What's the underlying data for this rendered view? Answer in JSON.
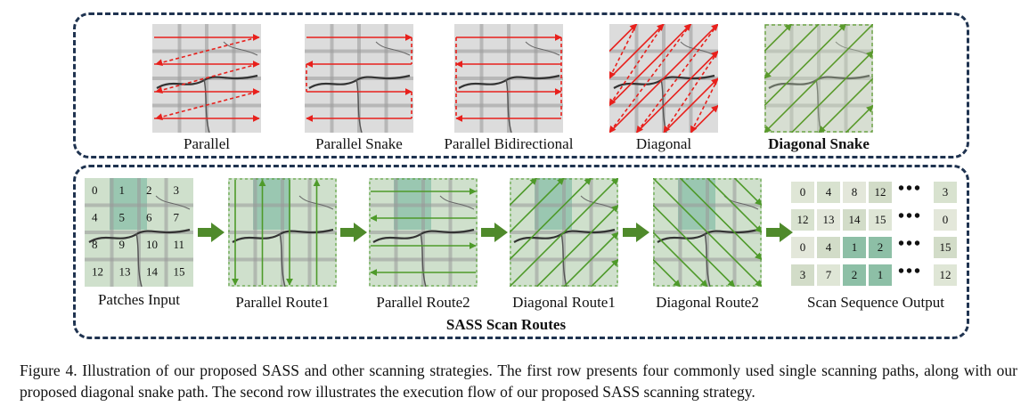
{
  "row1": {
    "items": [
      {
        "key": "parallel",
        "label": "Parallel",
        "bold": false
      },
      {
        "key": "parallel_snake",
        "label": "Parallel Snake",
        "bold": false
      },
      {
        "key": "parallel_bidirectional",
        "label": "Parallel Bidirectional",
        "bold": false
      },
      {
        "key": "diagonal",
        "label": "Diagonal",
        "bold": false
      },
      {
        "key": "diagonal_snake",
        "label": "Diagonal Snake",
        "bold": true
      }
    ],
    "path_color": "#e8201c",
    "snake_color": "#5a9a2c"
  },
  "row2": {
    "items": [
      {
        "key": "patches_input",
        "label": "Patches Input"
      },
      {
        "key": "parallel_route1",
        "label": "Parallel Route1"
      },
      {
        "key": "parallel_route2",
        "label": "Parallel Route2"
      },
      {
        "key": "diagonal_route1",
        "label": "Diagonal Route1"
      },
      {
        "key": "diagonal_route2",
        "label": "Diagonal Route2"
      },
      {
        "key": "scan_sequence_output",
        "label": "Scan Sequence Output"
      }
    ],
    "patch_numbers": [
      "0",
      "1",
      "2",
      "3",
      "4",
      "5",
      "6",
      "7",
      "8",
      "9",
      "10",
      "11",
      "12",
      "13",
      "14",
      "15"
    ],
    "route_color": "#4e9a2a",
    "arrow_color": "#4f8a2b",
    "title": "SASS Scan Routes",
    "output_rows": [
      {
        "cells": [
          "0",
          "4",
          "8",
          "12"
        ],
        "last": "3"
      },
      {
        "cells": [
          "12",
          "13",
          "14",
          "15"
        ],
        "last": "0"
      },
      {
        "cells": [
          "0",
          "4",
          "1",
          "2"
        ],
        "last": "15"
      },
      {
        "cells": [
          "3",
          "7",
          "2",
          "1"
        ],
        "last": "12"
      }
    ],
    "ellipsis": "•••"
  },
  "caption": "Figure 4. Illustration of our proposed SASS and other scanning strategies. The first row presents four commonly used single scanning paths, along with our proposed diagonal snake path. The second row illustrates the execution flow of our proposed SASS scanning strategy."
}
